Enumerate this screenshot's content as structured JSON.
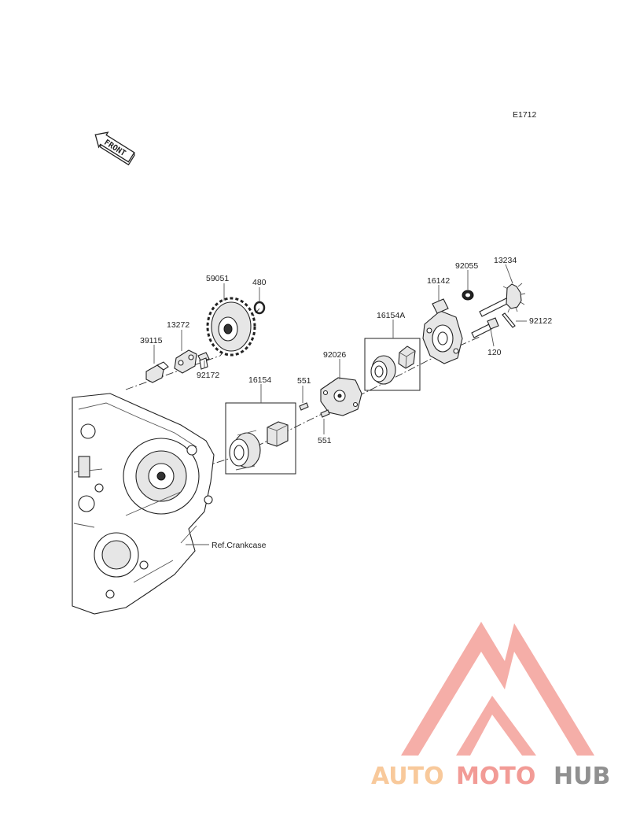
{
  "diagram": {
    "code": "E1712",
    "front_label": "FRONT",
    "ref_label": "Ref.Crankcase",
    "parts": [
      {
        "id": "p-59051",
        "number": "59051"
      },
      {
        "id": "p-480",
        "number": "480"
      },
      {
        "id": "p-13272",
        "number": "13272"
      },
      {
        "id": "p-39115",
        "number": "39115"
      },
      {
        "id": "p-92172",
        "number": "92172"
      },
      {
        "id": "p-16154",
        "number": "16154"
      },
      {
        "id": "p-551a",
        "number": "551"
      },
      {
        "id": "p-551b",
        "number": "551"
      },
      {
        "id": "p-92026",
        "number": "92026"
      },
      {
        "id": "p-16154A",
        "number": "16154A"
      },
      {
        "id": "p-16142",
        "number": "16142"
      },
      {
        "id": "p-92055",
        "number": "92055"
      },
      {
        "id": "p-13234",
        "number": "13234"
      },
      {
        "id": "p-92122",
        "number": "92122"
      },
      {
        "id": "p-120",
        "number": "120"
      }
    ]
  },
  "watermark": {
    "word_1": "AUTO",
    "word_2": "MOTO",
    "word_3": "HUB",
    "colors": {
      "auto": "#f7c08a",
      "moto": "#f08a84",
      "hub": "#7d7d7d",
      "triangle": "#f4a09a"
    }
  }
}
